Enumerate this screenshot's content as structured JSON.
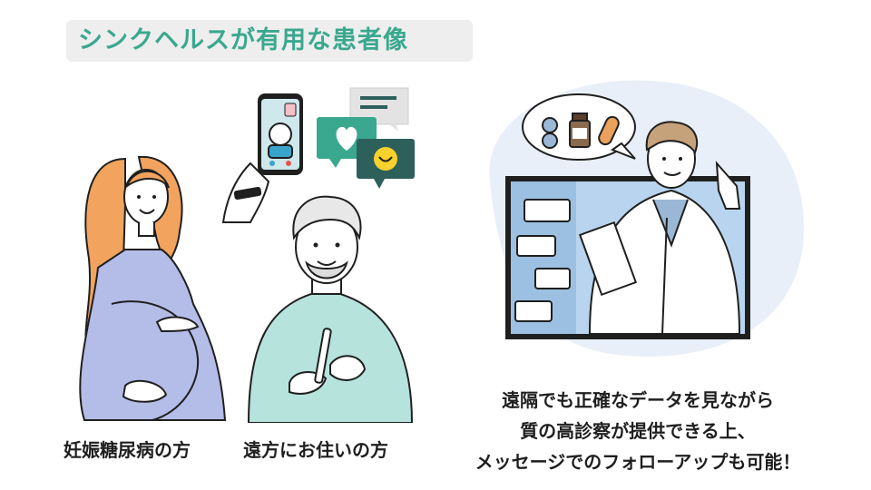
{
  "title": "シンクヘルスが有用な患者像",
  "captions": {
    "pregnant": "妊娠糖尿病の方",
    "remote": "遠方にお住いの方"
  },
  "description": {
    "line1": "遠隔でも正確なデータを見ながら",
    "line2": "質の高診察が提供できる上、",
    "line3": "メッセージでのフォローアップも可能！"
  },
  "colors": {
    "title_text": "#3aa88e",
    "title_bg": "#eeeeee",
    "dress": "#b4bde8",
    "hair_woman": "#f2a35e",
    "sweater": "#b6e3dc",
    "chat_green": "#3aa88e",
    "chat_teal": "#2d5f5b",
    "screen_bg": "#b9d4ee",
    "bg_circle": "#e9eff8"
  },
  "icons": [
    "smartphone-icon",
    "heart-chat-icon",
    "smile-chat-icon",
    "message-chat-icon",
    "pills-icon",
    "medicine-bottle-icon",
    "capsule-icon"
  ]
}
